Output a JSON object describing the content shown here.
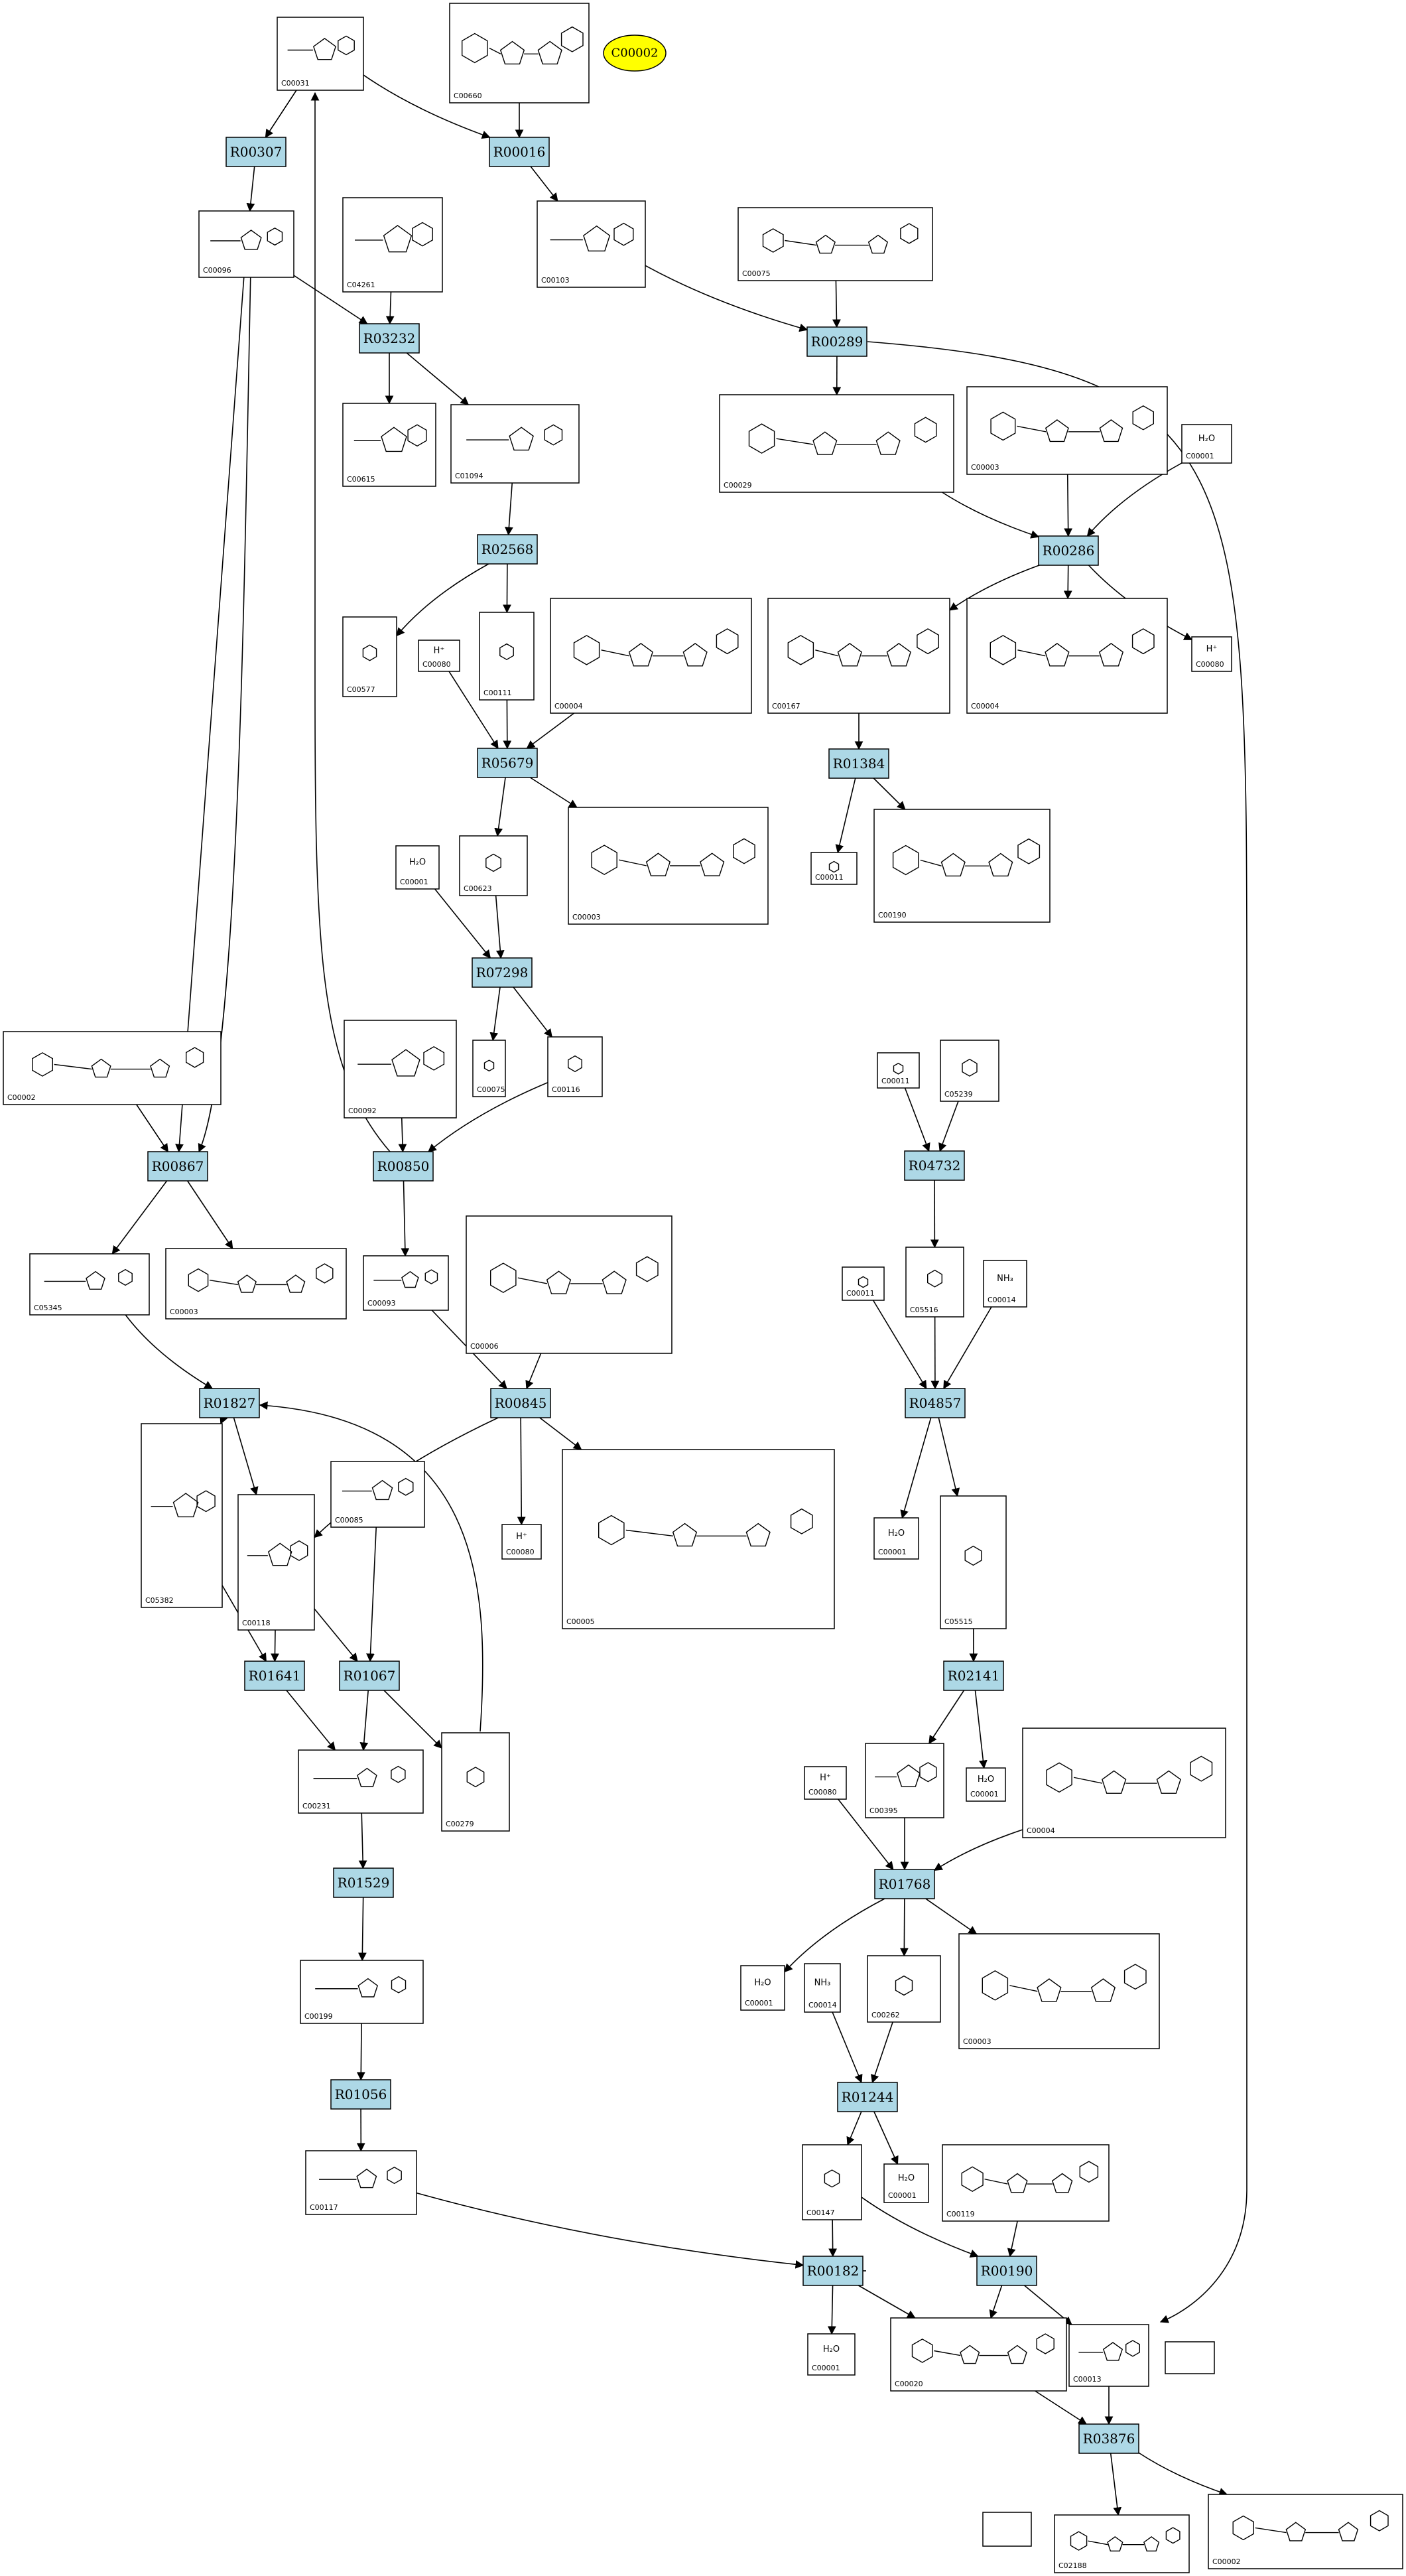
{
  "pathway_label": "C00002",
  "reactions": [
    "R00307",
    "R00016",
    "R03232",
    "R00289",
    "R02568",
    "R00286",
    "R05679",
    "R01384",
    "R07298",
    "R04732",
    "R00867",
    "R00850",
    "R01827",
    "R00845",
    "R04857",
    "R01641",
    "R01067",
    "R02141",
    "R01529",
    "R01768",
    "R01056",
    "R01244",
    "R00182",
    "R00190",
    "R03876"
  ],
  "compounds": [
    {
      "id": "C00031"
    },
    {
      "id": "C00660"
    },
    {
      "id": "C00096"
    },
    {
      "id": "C04261"
    },
    {
      "id": "C00103"
    },
    {
      "id": "C00075"
    },
    {
      "id": "C00615"
    },
    {
      "id": "C01094"
    },
    {
      "id": "C00029"
    },
    {
      "id": "C00003"
    },
    {
      "id": "C00001",
      "formula": "H₂O"
    },
    {
      "id": "C00577"
    },
    {
      "id": "C00080",
      "formula": "H⁺"
    },
    {
      "id": "C00111"
    },
    {
      "id": "C00004"
    },
    {
      "id": "C00167"
    },
    {
      "id": "C00004"
    },
    {
      "id": "C00080",
      "formula": "H⁺"
    },
    {
      "id": "C00011"
    },
    {
      "id": "C00190"
    },
    {
      "id": "C00001",
      "formula": "H₂O"
    },
    {
      "id": "C00623"
    },
    {
      "id": "C00003"
    },
    {
      "id": "C00002"
    },
    {
      "id": "C00092"
    },
    {
      "id": "C00075"
    },
    {
      "id": "C00116"
    },
    {
      "id": "C00011"
    },
    {
      "id": "C05239"
    },
    {
      "id": "C05345"
    },
    {
      "id": "C00003"
    },
    {
      "id": "C00093"
    },
    {
      "id": "C00006"
    },
    {
      "id": "C00011"
    },
    {
      "id": "C05516"
    },
    {
      "id": "C00014",
      "formula": "NH₃"
    },
    {
      "id": "C00080",
      "formula": "H⁺"
    },
    {
      "id": "C00005"
    },
    {
      "id": "C05382"
    },
    {
      "id": "C00118"
    },
    {
      "id": "C00085"
    },
    {
      "id": "C00001",
      "formula": "H₂O"
    },
    {
      "id": "C05515"
    },
    {
      "id": "C00231"
    },
    {
      "id": "C00279"
    },
    {
      "id": "C00080",
      "formula": "H⁺"
    },
    {
      "id": "C00395"
    },
    {
      "id": "C00001",
      "formula": "H₂O"
    },
    {
      "id": "C00004"
    },
    {
      "id": "C00199"
    },
    {
      "id": "C00001",
      "formula": "H₂O"
    },
    {
      "id": "C00014",
      "formula": "NH₃"
    },
    {
      "id": "C00262"
    },
    {
      "id": "C00003"
    },
    {
      "id": "C00117"
    },
    {
      "id": "C00147"
    },
    {
      "id": "C00001",
      "formula": "H₂O"
    },
    {
      "id": "C00119"
    },
    {
      "id": "C00001",
      "formula": "H₂O"
    },
    {
      "id": "C00020"
    },
    {
      "id": "C00013"
    },
    {
      "id": "C02188"
    },
    {
      "id": "C00002"
    }
  ]
}
